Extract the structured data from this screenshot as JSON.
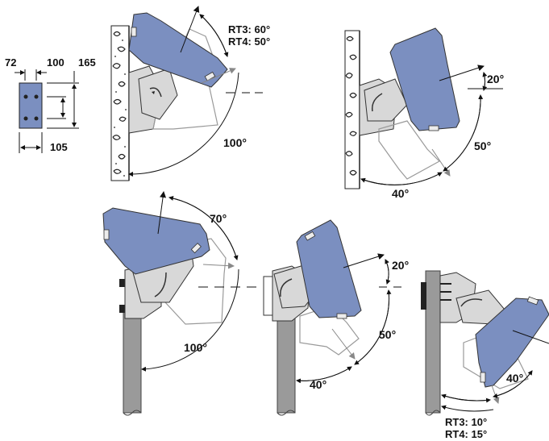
{
  "dimension_labels": {
    "d72": "72",
    "d100": "100",
    "d165": "165",
    "d105": "105"
  },
  "views": {
    "wall_range_up": {
      "top_label_1": "RT3: 60°",
      "top_label_2": "RT4: 50°",
      "total_label": "100°"
    },
    "wall_range_down": {
      "up_label": "20°",
      "down_label": "50°",
      "total_label": "40°"
    },
    "pole_range_up": {
      "up_label": "70°",
      "total_label": "100°"
    },
    "pole_range_down": {
      "up_label": "20°",
      "down_label": "50°",
      "total_label": "40°"
    },
    "pole_side_mount": {
      "angle_label": "40°",
      "bottom_label_1": "RT3: 10°",
      "bottom_label_2": "RT4: 15°"
    }
  },
  "colors": {
    "housing": "#7b8fc0",
    "bracket": "#d8d8d8",
    "outline": "#8c8c8c",
    "pole": "#9a9a9a"
  }
}
